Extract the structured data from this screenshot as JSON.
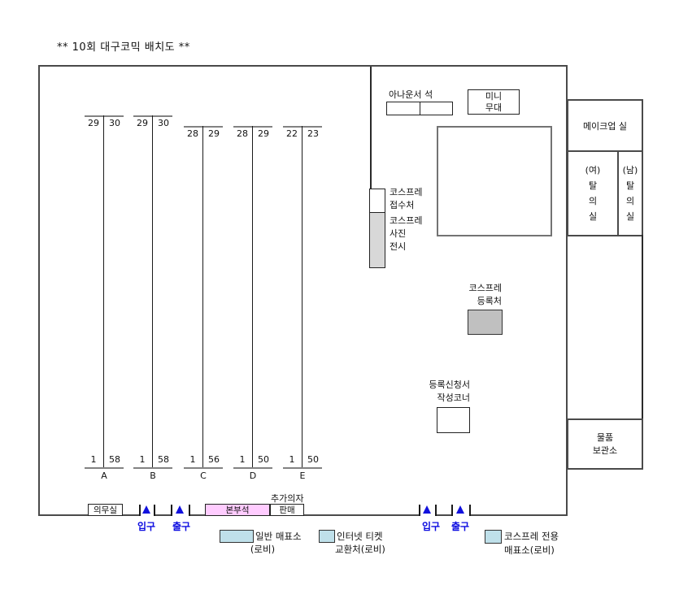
{
  "title": "** 10회 대구코믹 배치도 **",
  "booth_rows": [
    {
      "letter": "A",
      "top_left": "29",
      "top_right": "30",
      "bottom_left": "1",
      "bottom_right": "58"
    },
    {
      "letter": "B",
      "top_left": "29",
      "top_right": "30",
      "bottom_left": "1",
      "bottom_right": "58"
    },
    {
      "letter": "C",
      "top_left": "28",
      "top_right": "29",
      "bottom_left": "1",
      "bottom_right": "56"
    },
    {
      "letter": "D",
      "top_left": "28",
      "top_right": "29",
      "bottom_left": "1",
      "bottom_right": "50"
    },
    {
      "letter": "E",
      "top_left": "22",
      "top_right": "23",
      "bottom_left": "1",
      "bottom_right": "50"
    }
  ],
  "stage": {
    "announcer_label": "아나운서 석",
    "mini_stage": [
      "미니",
      "무대"
    ]
  },
  "cosplay": {
    "reception": [
      "코스프레",
      "접수처"
    ],
    "photo_exhibit": [
      "코스프레",
      "사진",
      "전시"
    ],
    "registration": [
      "코스프레",
      "등록처"
    ],
    "form_corner": [
      "등록신청서",
      "작성코너"
    ]
  },
  "rooms": {
    "makeup": "메이크업 실",
    "dressing_female": [
      "(여)",
      "탈",
      "의",
      "실"
    ],
    "dressing_male": [
      "(남)",
      "탈",
      "의",
      "실"
    ],
    "storage": [
      "물품",
      "보관소"
    ]
  },
  "bottom": {
    "medical": "의무실",
    "hq": "본부석",
    "sale": "판매",
    "extra_chair": "추가의자",
    "entrance": "입구",
    "exit": "출구"
  },
  "legend": [
    {
      "line1": "일반 매표소",
      "line2": "(로비)"
    },
    {
      "line1": "인터넷 티켓",
      "line2": "교환처(로비)"
    },
    {
      "line1": "코스프레 전용",
      "line2": "매표소(로비)"
    }
  ],
  "colors": {
    "hq_pink": "#ffccff",
    "ticket_booth_blue": "#bfe0ea",
    "registration_gray": "#c0c0c0",
    "photo_exhibit_gray": "#d8d8d8",
    "gate_blue": "#0a0ae0",
    "wall": "#4a4a4a"
  }
}
